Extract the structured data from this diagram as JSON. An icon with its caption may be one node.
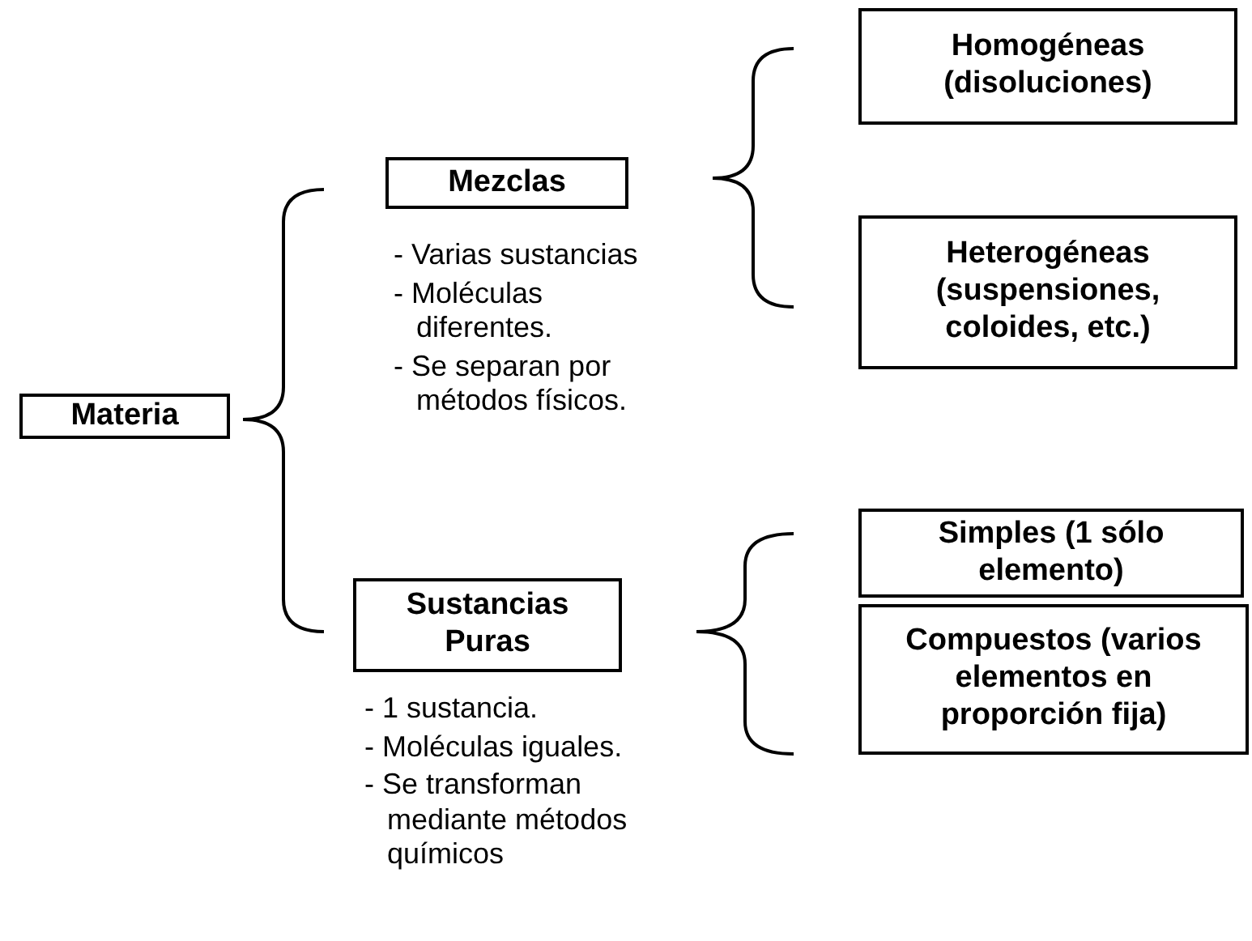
{
  "diagram": {
    "nodes": [
      {
        "text": [
          "Materia"
        ]
      },
      {
        "text": [
          "Mezclas"
        ],
        "beside": [
          "- Varias sustancias",
          "- Moléculas diferentes.",
          "- Se separan por métodos físicos."
        ]
      },
      {
        "text": [
          "Sustancias Puras"
        ],
        "beside": [
          "- 1 sustancia.",
          "- Moléculas iguales.",
          "- Se transforman mediante métodos químicos"
        ]
      },
      {
        "text": [
          "Homogéneas (disoluciones)"
        ]
      },
      {
        "text": [
          "Heterogéneas (suspensiones, coloides, etc.)"
        ]
      },
      {
        "text": [
          "Simples (1 sólo elemento)"
        ]
      },
      {
        "text": [
          "Compuestos (varios elementos en proporción fija)"
        ]
      }
    ],
    "edges": [
      {
        "from": 0,
        "to": 1,
        "arrow": "none"
      },
      {
        "from": 0,
        "to": 2,
        "arrow": "none"
      },
      {
        "from": 1,
        "to": 3,
        "arrow": "none"
      },
      {
        "from": 1,
        "to": 4,
        "arrow": "none"
      },
      {
        "from": 2,
        "to": 5,
        "arrow": "none"
      },
      {
        "from": 2,
        "to": 6,
        "arrow": "none"
      }
    ]
  }
}
